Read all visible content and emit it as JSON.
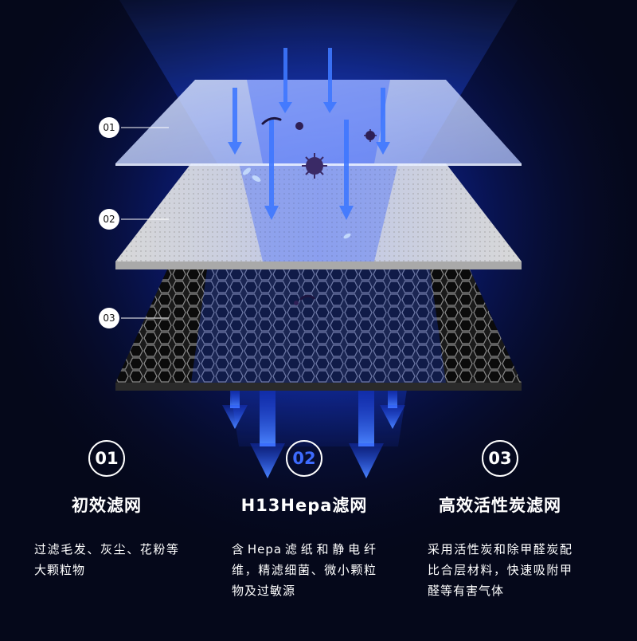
{
  "colors": {
    "background": "#05081a",
    "glow_blue": "#1f4dff",
    "arrow_blue": "#2a6bff",
    "accent_number": "#3d6bff"
  },
  "layers": [
    {
      "label": "01",
      "material": "pre-filter-mesh"
    },
    {
      "label": "02",
      "material": "hepa-paper"
    },
    {
      "label": "03",
      "material": "activated-carbon-honeycomb"
    }
  ],
  "features": [
    {
      "number": "01",
      "title": "初效滤网",
      "description": "过滤毛发、灰尘、花粉等大颗粒物"
    },
    {
      "number": "02",
      "title": "H13Hepa滤网",
      "description": "含Hepa滤纸和静电纤维，精滤细菌、微小颗粒物及过敏源"
    },
    {
      "number": "03",
      "title": "高效活性炭滤网",
      "description": "采用活性炭和除甲醛炭配比合层材料，快速吸附甲醛等有害气体"
    }
  ],
  "icons": [
    "downward-airflow-arrow-icon",
    "bacteria-icon",
    "virus-icon",
    "mite-icon"
  ]
}
